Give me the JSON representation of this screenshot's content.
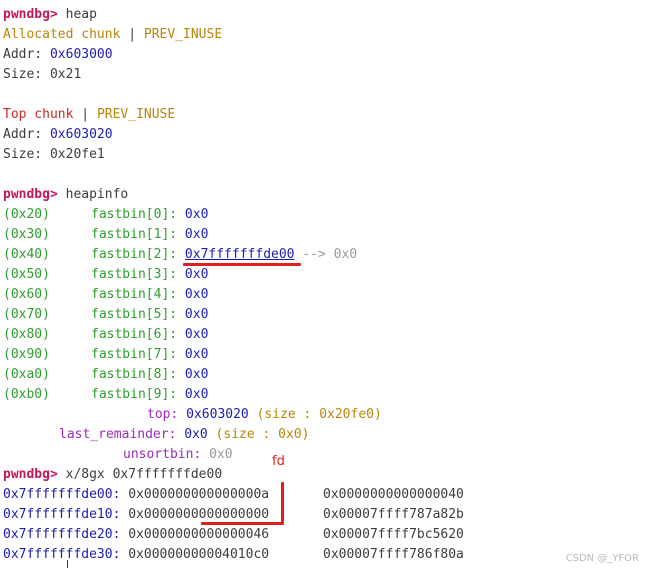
{
  "prompt": "pwndbg>",
  "cmd_heap": "heap",
  "chunk1": {
    "title": "Allocated chunk",
    "sep": "|",
    "flag": "PREV_INUSE",
    "addr_label": "Addr:",
    "addr": "0x603000",
    "size_label": "Size:",
    "size": "0x21"
  },
  "chunk2": {
    "title": "Top chunk",
    "sep": "|",
    "flag": "PREV_INUSE",
    "addr_label": "Addr:",
    "addr": "0x603020",
    "size_label": "Size:",
    "size": "0x20fe1"
  },
  "cmd_heapinfo": "heapinfo",
  "fastbins": [
    {
      "size": "(0x20)",
      "name": "fastbin[0]:",
      "value": "0x0",
      "chain": ""
    },
    {
      "size": "(0x30)",
      "name": "fastbin[1]:",
      "value": "0x0",
      "chain": ""
    },
    {
      "size": "(0x40)",
      "name": "fastbin[2]:",
      "value": "0x7fffffffde00",
      "chain": "--> 0x0"
    },
    {
      "size": "(0x50)",
      "name": "fastbin[3]:",
      "value": "0x0",
      "chain": ""
    },
    {
      "size": "(0x60)",
      "name": "fastbin[4]:",
      "value": "0x0",
      "chain": ""
    },
    {
      "size": "(0x70)",
      "name": "fastbin[5]:",
      "value": "0x0",
      "chain": ""
    },
    {
      "size": "(0x80)",
      "name": "fastbin[6]:",
      "value": "0x0",
      "chain": ""
    },
    {
      "size": "(0x90)",
      "name": "fastbin[7]:",
      "value": "0x0",
      "chain": ""
    },
    {
      "size": "(0xa0)",
      "name": "fastbin[8]:",
      "value": "0x0",
      "chain": ""
    },
    {
      "size": "(0xb0)",
      "name": "fastbin[9]:",
      "value": "0x0",
      "chain": ""
    }
  ],
  "top": {
    "label": "top:",
    "value": "0x603020",
    "extra": "(size : 0x20fe0)"
  },
  "last_remainder": {
    "label": "last_remainder:",
    "value": "0x0",
    "extra": "(size : 0x0)"
  },
  "unsortbin": {
    "label": "unsortbin:",
    "value": "0x0"
  },
  "cmd_x": "x/8gx 0x7fffffffde00",
  "memory": [
    {
      "addr": "0x7fffffffde00:",
      "v1": "0x000000000000000a",
      "v2": "0x0000000000000040"
    },
    {
      "addr": "0x7fffffffde10:",
      "v1": "0x0000000000000000",
      "v2": "0x00007ffff787a82b"
    },
    {
      "addr": "0x7fffffffde20:",
      "v1": "0x0000000000000046",
      "v2": "0x00007ffff7bc5620"
    },
    {
      "addr": "0x7fffffffde30:",
      "v1": "0x00000000004010c0",
      "v2": "0x00007ffff786f80a"
    }
  ],
  "annotation": {
    "label": "fd",
    "color": "#e0201e"
  },
  "watermark": "CSDN @_YFOR"
}
